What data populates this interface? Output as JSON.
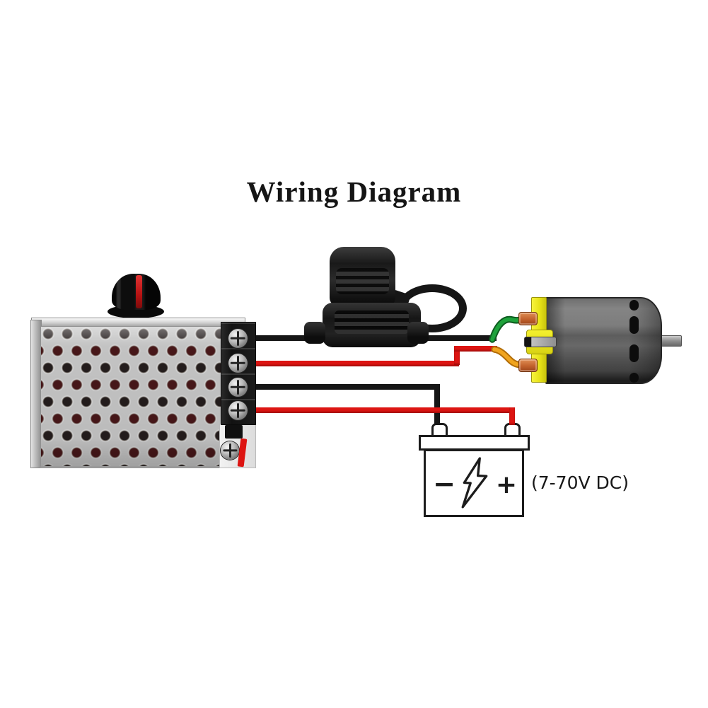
{
  "title": "Wiring Diagram",
  "battery": {
    "negative_symbol": "−",
    "positive_symbol": "+",
    "voltage_label": "(7-70V DC)",
    "lightning_icon": "lightning-bolt"
  },
  "colors": {
    "wire_black": "#161616",
    "wire_red": "#dd1512",
    "wire_green": "#1ea23b",
    "wire_green_dark": "#0e5c20",
    "wire_orange": "#f0a41e",
    "wire_orange_dark": "#b26d08",
    "crimp_copper": "#c2622d",
    "motor_yellow": "#f2ee25",
    "knob_stripe_red": "#c31414",
    "battery_outline": "#1c1c1c"
  }
}
